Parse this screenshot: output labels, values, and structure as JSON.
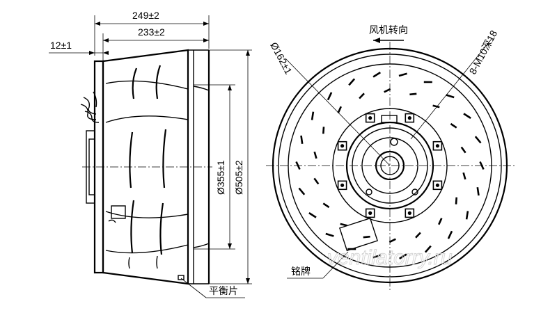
{
  "dimensions": {
    "width_overall": "249±2",
    "width_blade": "233±2",
    "flange_thickness": "12±1",
    "inlet_diameter": "Ø355±1",
    "outer_diameter": "Ø505±2",
    "bolt_circle": "Ø162±1",
    "mounting_holes": "8-M10深18"
  },
  "annotations": {
    "rotation_direction": "风机转向",
    "nameplate": "铭牌",
    "balance_piece": "平衡片"
  },
  "watermark": "ventilatorry.ru"
}
